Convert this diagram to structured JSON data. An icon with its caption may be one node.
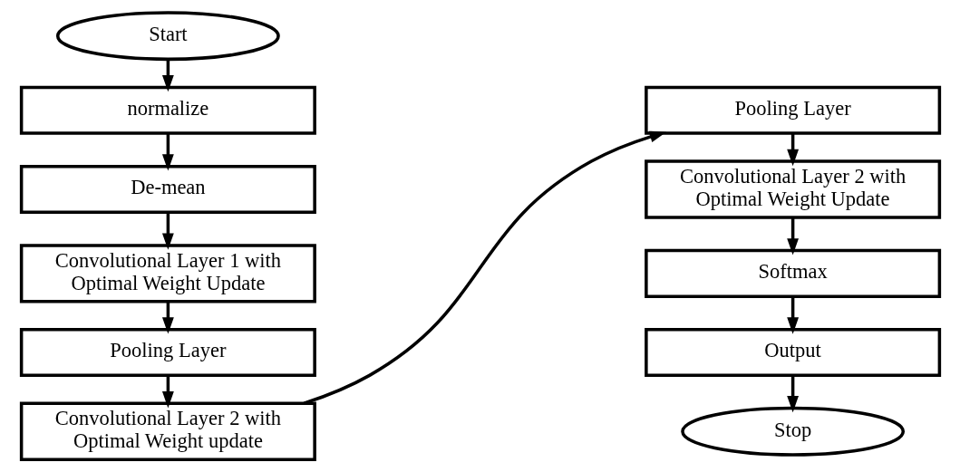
{
  "diagram": {
    "nodes": [
      {
        "text": [
          "Start"
        ]
      },
      {
        "text": [
          "normalize"
        ]
      },
      {
        "text": [
          "De-mean"
        ]
      },
      {
        "text": [
          "Convolutional Layer 1 with Optimal Weight Update"
        ]
      },
      {
        "text": [
          "Pooling Layer"
        ]
      },
      {
        "text": [
          "Convolutional Layer 2 with Optimal Weight update"
        ]
      },
      {
        "text": [
          "Pooling Layer"
        ]
      },
      {
        "text": [
          "Convolutional Layer 2 with Optimal Weight Update"
        ]
      },
      {
        "text": [
          "Softmax"
        ]
      },
      {
        "text": [
          "Output"
        ]
      },
      {
        "text": [
          "Stop"
        ]
      }
    ],
    "edges": [
      {
        "from": 0,
        "to": 1,
        "arrow": "to"
      },
      {
        "from": 1,
        "to": 2,
        "arrow": "to"
      },
      {
        "from": 2,
        "to": 3,
        "arrow": "to"
      },
      {
        "from": 3,
        "to": 4,
        "arrow": "to"
      },
      {
        "from": 4,
        "to": 5,
        "arrow": "to"
      },
      {
        "from": 5,
        "to": 6,
        "arrow": "to"
      },
      {
        "from": 6,
        "to": 7,
        "arrow": "to"
      },
      {
        "from": 7,
        "to": 8,
        "arrow": "to"
      },
      {
        "from": 8,
        "to": 9,
        "arrow": "to"
      },
      {
        "from": 9,
        "to": 10,
        "arrow": "to"
      }
    ]
  }
}
